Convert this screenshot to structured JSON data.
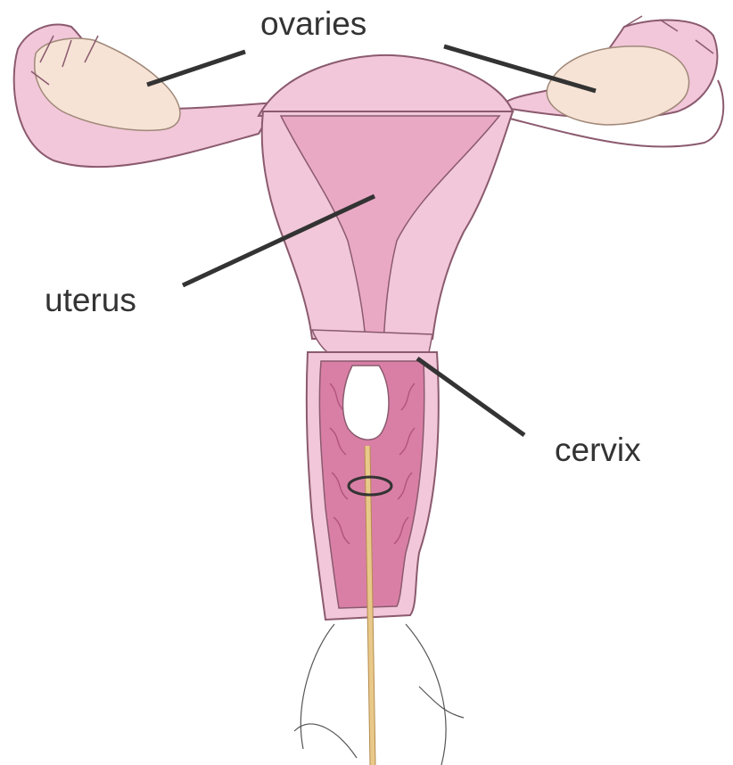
{
  "labels": {
    "ovaries": "ovaries",
    "uterus": "uterus",
    "cervix": "cervix"
  },
  "colors": {
    "tissue_light": "#f1c7d9",
    "tissue_mid": "#e9a9c4",
    "tissue_deep": "#d97fa6",
    "ovary_fill": "#f6e3d6",
    "outline": "#8b5a6e",
    "leader_line": "#333333",
    "tube": "#e9c98a"
  }
}
